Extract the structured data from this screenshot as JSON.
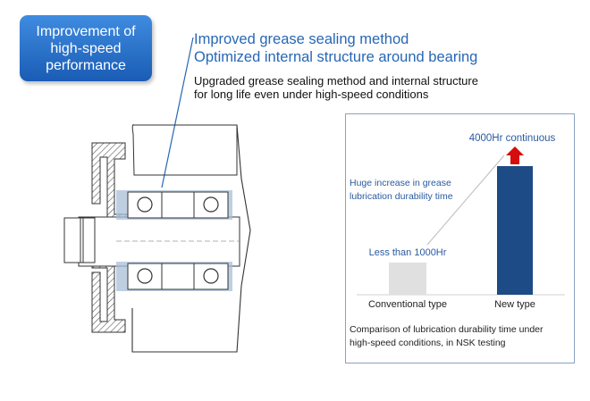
{
  "badge": {
    "line1": "Improvement of",
    "line2": "high-speed",
    "line3": "performance"
  },
  "headline": {
    "line1": "Improved grease sealing method",
    "line2": "Optimized internal structure around bearing"
  },
  "description": {
    "line1": "Upgraded grease sealing method and internal structure",
    "line2": "for long life even under high-speed conditions"
  },
  "colors": {
    "accent_blue": "#2767b5",
    "new_type_bar": "#1d4b85",
    "conventional_bar": "#e0e0e0",
    "arrow_red": "#d60d0d"
  },
  "chart_data": {
    "type": "bar",
    "categories": [
      "Conventional type",
      "New type"
    ],
    "values": [
      1000,
      4000
    ],
    "value_labels": [
      "Less than 1000Hr",
      "4000Hr continuous"
    ],
    "annotation": {
      "line1": "Huge increase in grease",
      "line2": "lubrication durability time"
    },
    "caption": {
      "line1": "Comparison of lubrication durability time under",
      "line2": "high-speed conditions, in NSK testing"
    },
    "ylim": [
      0,
      4000
    ]
  }
}
